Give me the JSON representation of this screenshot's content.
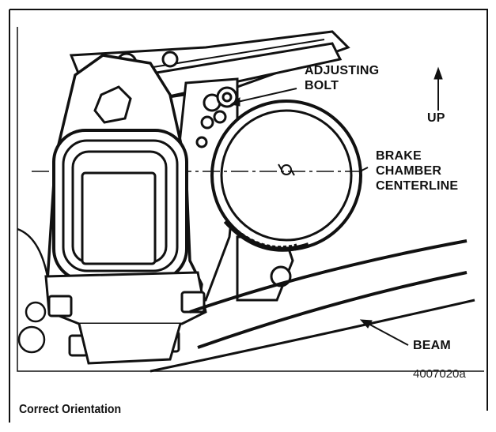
{
  "figure": {
    "labels": {
      "adjusting_bolt_line1": "ADJUSTING",
      "adjusting_bolt_line2": "BOLT",
      "up": "UP",
      "centerline_line1": "BRAKE",
      "centerline_line2": "CHAMBER",
      "centerline_line3": "CENTERLINE",
      "beam": "BEAM"
    },
    "figure_id": "4007020a",
    "caption": "Correct Orientation"
  },
  "colors": {
    "ink": "#111111",
    "background": "#ffffff"
  }
}
